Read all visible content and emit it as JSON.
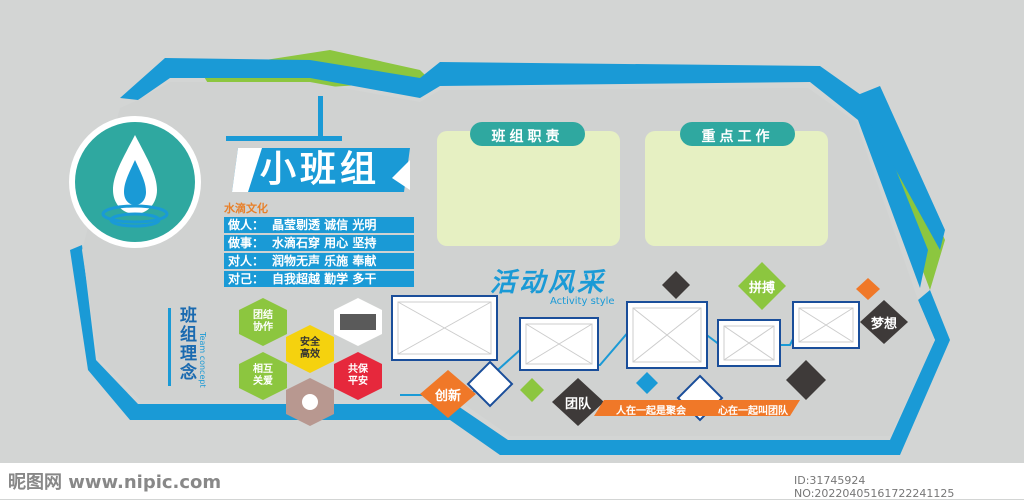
{
  "logo": {
    "icon": "water-drop-icon"
  },
  "title": "小班组",
  "culture": {
    "heading": "水滴文化",
    "rows": [
      {
        "label": "做人：",
        "text": "晶莹剔透 诚信 光明"
      },
      {
        "label": "做事：",
        "text": "水滴石穿 用心 坚持"
      },
      {
        "label": "对人：",
        "text": "润物无声 乐施 奉献"
      },
      {
        "label": "对己：",
        "text": "自我超越 勤学 多干"
      }
    ]
  },
  "concept": {
    "title": "班组理念",
    "subtitle": "Team concept",
    "hexes": [
      {
        "text": "团结协作",
        "color": "#8cc63f"
      },
      {
        "text": "安全高效",
        "color": "#f5d20e"
      },
      {
        "text": "相互关爱",
        "color": "#8cc63f"
      },
      {
        "text": "共保平安",
        "color": "#e6283c"
      }
    ]
  },
  "boards": [
    {
      "title": "班组职责"
    },
    {
      "title": "重点工作"
    }
  ],
  "activity": {
    "title": "活动风采",
    "subtitle": "Activity style",
    "tags": {
      "innovation": "创新",
      "team": "团队",
      "strive": "拼搏",
      "dream": "梦想"
    },
    "slogan_left": "人在一起是聚会",
    "slogan_right": "心在一起叫团队"
  },
  "watermark": {
    "left": "昵图网 www.nipic.com",
    "right": "ID:31745924 NO:20220405161722241125"
  },
  "colors": {
    "blue": "#1a9ad6",
    "green": "#8cc63f",
    "teal": "#2fa8a0",
    "orange": "#f07828",
    "panel": "#e6f0c2",
    "dark": "#3e3a39"
  }
}
